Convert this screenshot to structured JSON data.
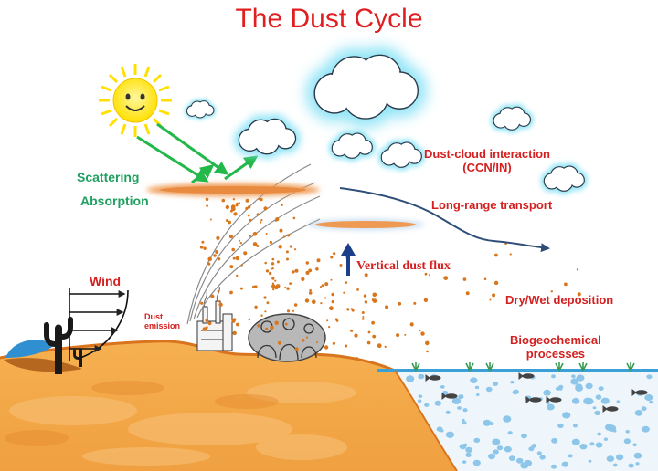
{
  "title": "The Dust Cycle",
  "labels": {
    "scattering": "Scattering",
    "absorption": "Absorption",
    "dust_cloud_1": "Dust-cloud interaction",
    "dust_cloud_2": "(CCN/IN)",
    "long_range": "Long-range transport",
    "vertical_flux": "Vertical dust flux",
    "deposition": "Dry/Wet deposition",
    "biogeo_1": "Biogeochemical",
    "biogeo_2": "processes",
    "wind": "Wind",
    "dust_emission_1": "Dust",
    "dust_emission_2": "emission"
  },
  "colors": {
    "title": "#e02020",
    "red_label": "#d42020",
    "green_label": "#20a060",
    "radiation_arrow": "#22b84a",
    "land": "#f1a244",
    "land_edge": "#d9741e",
    "ocean_surface": "#3aa0d6",
    "ocean_bubbles": "#8ec6ea",
    "dust_particle": "#d9761c",
    "dust_layer": "#ee9a52",
    "transport_arrow": "#2e4e78",
    "vertical_arrow": "#1c3f8a",
    "cloud_glow": "#8fe4f6",
    "sun": "#ffe800"
  },
  "icons": [
    "sun-icon",
    "cloud-icon",
    "cactus-icon",
    "factory-icon",
    "people-icon",
    "fish-icon",
    "seaweed-icon"
  ]
}
